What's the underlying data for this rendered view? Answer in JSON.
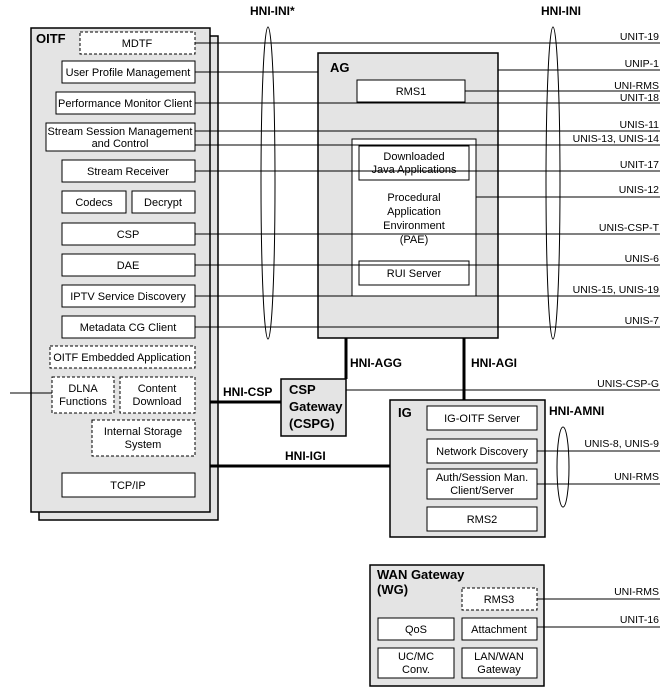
{
  "hni_labels": {
    "hni_ini_star": "HNI-INI*",
    "hni_ini": "HNI-INI",
    "hni_agg": "HNI-AGG",
    "hni_agi": "HNI-AGI",
    "hni_csp": "HNI-CSP",
    "hni_igi": "HNI-IGI",
    "hni_amni": "HNI-AMNI"
  },
  "oitf": {
    "title": "OITF",
    "mdtf": "MDTF",
    "user_profile_management": "User Profile Management",
    "performance_monitor_client": "Performance Monitor Client",
    "stream_session_line1": "Stream Session Management",
    "stream_session_line2": "and Control",
    "stream_receiver": "Stream Receiver",
    "codecs": "Codecs",
    "decrypt": "Decrypt",
    "csp": "CSP",
    "dae": "DAE",
    "iptv_service_discovery": "IPTV Service Discovery",
    "metadata_cg_client": "Metadata CG Client",
    "embedded_application": "OITF Embedded Application",
    "dlna_line1": "DLNA",
    "dlna_line2": "Functions",
    "content_download_line1": "Content",
    "content_download_line2": "Download",
    "internal_storage_line1": "Internal Storage",
    "internal_storage_line2": "System",
    "tcp_ip": "TCP/IP"
  },
  "ag": {
    "title": "AG",
    "rms1": "RMS1",
    "downloaded_java_line1": "Downloaded",
    "downloaded_java_line2": "Java Applications",
    "pae_line1": "Procedural",
    "pae_line2": "Application",
    "pae_line3": "Environment",
    "pae_line4": "(PAE)",
    "rui_server": "RUI Server"
  },
  "cspg": {
    "line1": "CSP",
    "line2": "Gateway",
    "line3": "(CSPG)"
  },
  "ig": {
    "title": "IG",
    "ig_oitf_server": "IG-OITF Server",
    "network_discovery": "Network Discovery",
    "auth_line1": "Auth/Session Man.",
    "auth_line2": "Client/Server",
    "rms2": "RMS2"
  },
  "wg": {
    "title_line1": "WAN Gateway",
    "title_line2": "(WG)",
    "rms3": "RMS3",
    "qos": "QoS",
    "attachment": "Attachment",
    "ucmc_line1": "UC/MC",
    "ucmc_line2": "Conv.",
    "lanwan_line1": "LAN/WAN",
    "lanwan_line2": "Gateway"
  },
  "interfaces": {
    "unit_19": "UNIT-19",
    "unip_1": "UNIP-1",
    "uni_rms": "UNI-RMS",
    "unit_18": "UNIT-18",
    "unis_11": "UNIS-11",
    "unis_13_14": "UNIS-13, UNIS-14",
    "unit_17": "UNIT-17",
    "unis_12": "UNIS-12",
    "unis_csp_t": "UNIS-CSP-T",
    "unis_6": "UNIS-6",
    "unis_15_19": "UNIS-15, UNIS-19",
    "unis_7": "UNIS-7",
    "unis_csp_g": "UNIS-CSP-G",
    "unis_8_9": "UNIS-8, UNIS-9",
    "uni_rms_ig": "UNI-RMS",
    "uni_rms_wg": "UNI-RMS",
    "unit_16": "UNIT-16"
  }
}
